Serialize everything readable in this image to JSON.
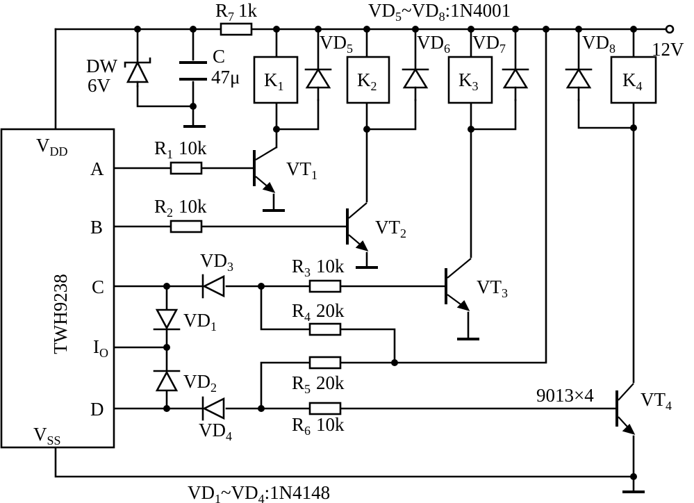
{
  "ic": {
    "name": "TWH9238",
    "pins": {
      "vdd": "V",
      "vdd_sub": "DD",
      "a": "A",
      "b": "B",
      "c": "C",
      "io": "I",
      "io_sub": "O",
      "d": "D",
      "vss": "V",
      "vss_sub": "SS"
    }
  },
  "supply": "12V",
  "zener": {
    "name": "DW",
    "value": "6V"
  },
  "capacitor": {
    "name": "C",
    "value": "47μ"
  },
  "resistors": [
    {
      "base": "R",
      "idx": "7",
      "value": "1k"
    },
    {
      "base": "R",
      "idx": "1",
      "value": "10k"
    },
    {
      "base": "R",
      "idx": "2",
      "value": "10k"
    },
    {
      "base": "R",
      "idx": "3",
      "value": "10k"
    },
    {
      "base": "R",
      "idx": "4",
      "value": "20k"
    },
    {
      "base": "R",
      "idx": "5",
      "value": "20k"
    },
    {
      "base": "R",
      "idx": "6",
      "value": "10k"
    }
  ],
  "relays": [
    {
      "base": "K",
      "idx": "1"
    },
    {
      "base": "K",
      "idx": "2"
    },
    {
      "base": "K",
      "idx": "3"
    },
    {
      "base": "K",
      "idx": "4"
    }
  ],
  "diodes": [
    {
      "base": "VD",
      "idx": "1"
    },
    {
      "base": "VD",
      "idx": "2"
    },
    {
      "base": "VD",
      "idx": "3"
    },
    {
      "base": "VD",
      "idx": "4"
    },
    {
      "base": "VD",
      "idx": "5"
    },
    {
      "base": "VD",
      "idx": "6"
    },
    {
      "base": "VD",
      "idx": "7"
    },
    {
      "base": "VD",
      "idx": "8"
    }
  ],
  "transistors": [
    {
      "base": "VT",
      "idx": "1"
    },
    {
      "base": "VT",
      "idx": "2"
    },
    {
      "base": "VT",
      "idx": "3"
    },
    {
      "base": "VT",
      "idx": "4"
    }
  ],
  "notes": {
    "top": {
      "a": "VD",
      "a_sub": "5",
      "sep": "~",
      "b": "VD",
      "b_sub": "8",
      "part": ":1N4001"
    },
    "bottom": {
      "a": "VD",
      "a_sub": "1",
      "sep": "~",
      "b": "VD",
      "b_sub": "4",
      "part": ":1N4148"
    },
    "transistor_part": "9013×4"
  }
}
